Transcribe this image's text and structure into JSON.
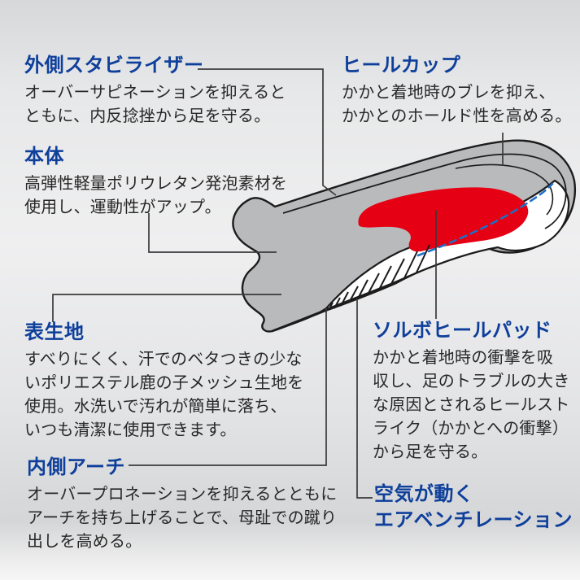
{
  "colors": {
    "accent_blue": "#0e3f9b",
    "text_dark": "#272727",
    "insole_gray": "#b9babc",
    "pad_red": "#e60014",
    "stitch_blue": "#1e6fc4",
    "outline_black": "#1c1c1c",
    "connector_gray": "#3a3a3a"
  },
  "annotations": {
    "outer_stabilizer": {
      "title": "外側スタビライザー",
      "desc": "オーバーサピネーションを抑えると\nともに、内反捻挫から足を守る。"
    },
    "heel_cup": {
      "title": "ヒールカップ",
      "desc": "かかと着地時のブレを抑え、\nかかとのホールド性を高める。"
    },
    "main_body": {
      "title": "本体",
      "desc": "高弾性軽量ポリウレタン発泡素材を\n使用し、運動性がアップ。"
    },
    "surface_fabric": {
      "title": "表生地",
      "desc": "すべりにくく、汗でのベタつきの少な\nいポリエステル鹿の子メッシュ生地を\n使用。水洗いで汚れが簡単に落ち、\nいつも清潔に使用できます。"
    },
    "sorbo_heel_pad": {
      "title": "ソルボヒールパッド",
      "desc": "かかと着地時の衝撃を吸\n収し、足のトラブルの大き\nな原因とされるヒールスト\nライク（かかとへの衝撃）\nから足を守る。"
    },
    "inner_arch": {
      "title": "内側アーチ",
      "desc": "オーバープロネーションを抑えるとともに\nアーチを持ち上げることで、母趾での蹴り\n出しを高める。"
    },
    "air_ventilation": {
      "title": "空気が動く\nエアベンチレーション"
    }
  }
}
